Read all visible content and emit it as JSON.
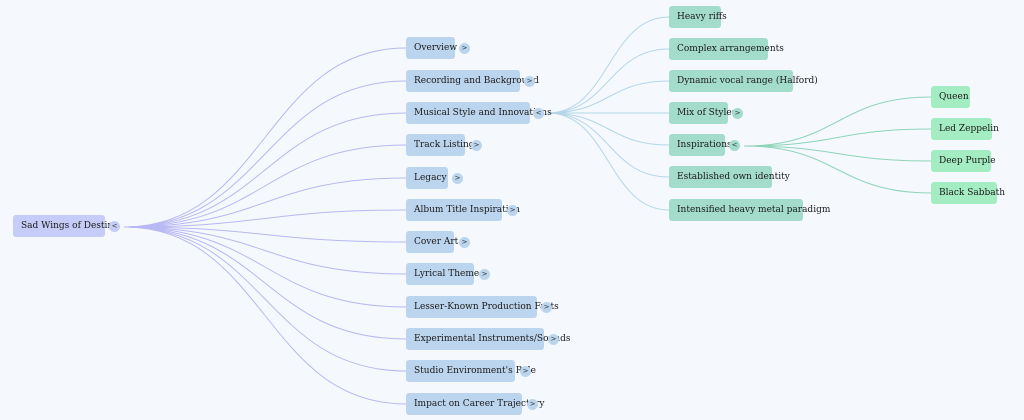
{
  "colors": {
    "background": "#f5f9fd",
    "root_node": "#c5ccf7",
    "level1_node": "#bcd5ee",
    "level2_node": "#a3dccb",
    "level3_node": "#a4ecc1",
    "root_links": "#b8b8f2",
    "level2_links": "#b4d6e8",
    "level3_links": "#8fd4b8"
  },
  "icons": {
    "expanded": "collapse-toggle-icon",
    "collapsed": "expand-toggle-icon"
  },
  "root": {
    "label": "Sad Wings of Destiny",
    "toggle": "<"
  },
  "branches": [
    {
      "label": "Overview",
      "toggle": ">"
    },
    {
      "label": "Recording and Background",
      "toggle": ">"
    },
    {
      "label": "Musical Style and Innovations",
      "toggle": "<",
      "expanded": true
    },
    {
      "label": "Track Listing",
      "toggle": ">"
    },
    {
      "label": "Legacy",
      "toggle": ">"
    },
    {
      "label": "Album Title Inspiration",
      "toggle": ">"
    },
    {
      "label": "Cover Art",
      "toggle": ">"
    },
    {
      "label": "Lyrical Themes",
      "toggle": ">"
    },
    {
      "label": "Lesser-Known Production Facts",
      "toggle": ">"
    },
    {
      "label": "Experimental Instruments/Sounds",
      "toggle": ">"
    },
    {
      "label": "Studio Environment's Role",
      "toggle": ">"
    },
    {
      "label": "Impact on Career Trajectory",
      "toggle": ">"
    }
  ],
  "style_children": [
    {
      "label": "Heavy riffs"
    },
    {
      "label": "Complex arrangements"
    },
    {
      "label": "Dynamic vocal range (Halford)"
    },
    {
      "label": "Mix of Styles",
      "toggle": ">"
    },
    {
      "label": "Inspirations",
      "toggle": "<",
      "expanded": true
    },
    {
      "label": "Established own identity"
    },
    {
      "label": "Intensified heavy metal paradigm"
    }
  ],
  "inspirations": [
    {
      "label": "Queen"
    },
    {
      "label": "Led Zeppelin"
    },
    {
      "label": "Deep Purple"
    },
    {
      "label": "Black Sabbath"
    }
  ]
}
